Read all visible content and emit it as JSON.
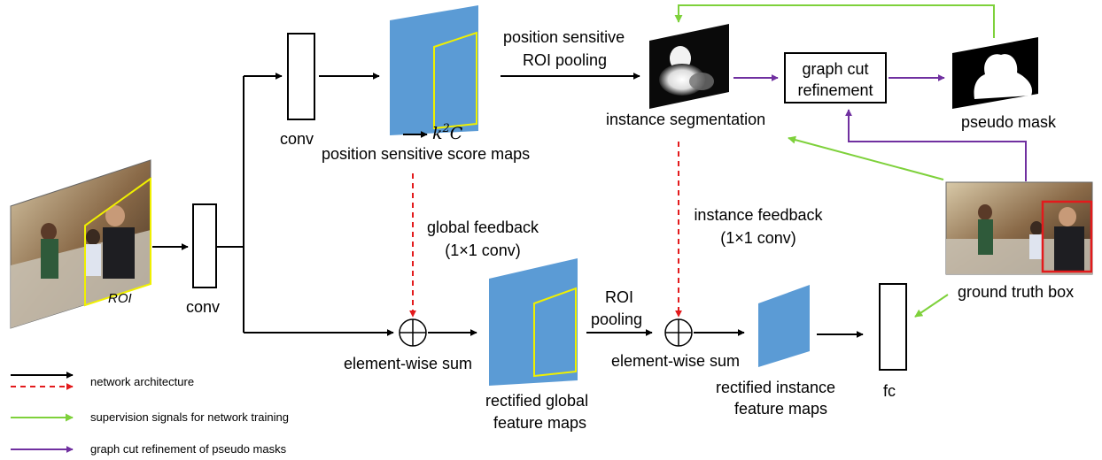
{
  "colors": {
    "black": "#000000",
    "red": "#e31a1c",
    "green": "#7ed13b",
    "purple": "#7030a0",
    "feature_fill": "#5b9bd5",
    "highlight": "#f0f000"
  },
  "labels": {
    "roi": "ROI",
    "conv_input": "conv",
    "conv_top": "conv",
    "k2c_base": "k",
    "k2c_sup": "2",
    "k2c_tail": "C",
    "score_maps": "position sensitive score maps",
    "ps_pooling_line1": "position sensitive",
    "ps_pooling_line2": "ROI pooling",
    "instance_segmentation": "instance segmentation",
    "graph_cut_line1": "graph cut",
    "graph_cut_line2": "refinement",
    "pseudo_mask": "pseudo mask",
    "ground_truth_box": "ground truth box",
    "global_feedback_line1": "global feedback",
    "global_feedback_line2": "(1×1 conv)",
    "instance_feedback_line1": "instance feedback",
    "instance_feedback_line2": "(1×1 conv)",
    "element_sum_1": "element-wise sum",
    "element_sum_2": "element-wise sum",
    "roi_pooling_line1": "ROI",
    "roi_pooling_line2": "pooling",
    "rect_global_line1": "rectified global",
    "rect_global_line2": "feature maps",
    "rect_instance_line1": "rectified instance",
    "rect_instance_line2": "feature maps",
    "fc": "fc"
  },
  "legend": [
    {
      "key": "network-architecture",
      "label": "network architecture",
      "icon": "solid-black-and-dashed-red-arrows"
    },
    {
      "key": "supervision",
      "label": "supervision signals for network training",
      "icon": "green-arrow"
    },
    {
      "key": "graph-cut",
      "label": "graph cut refinement of pseudo masks",
      "icon": "purple-arrow"
    }
  ]
}
